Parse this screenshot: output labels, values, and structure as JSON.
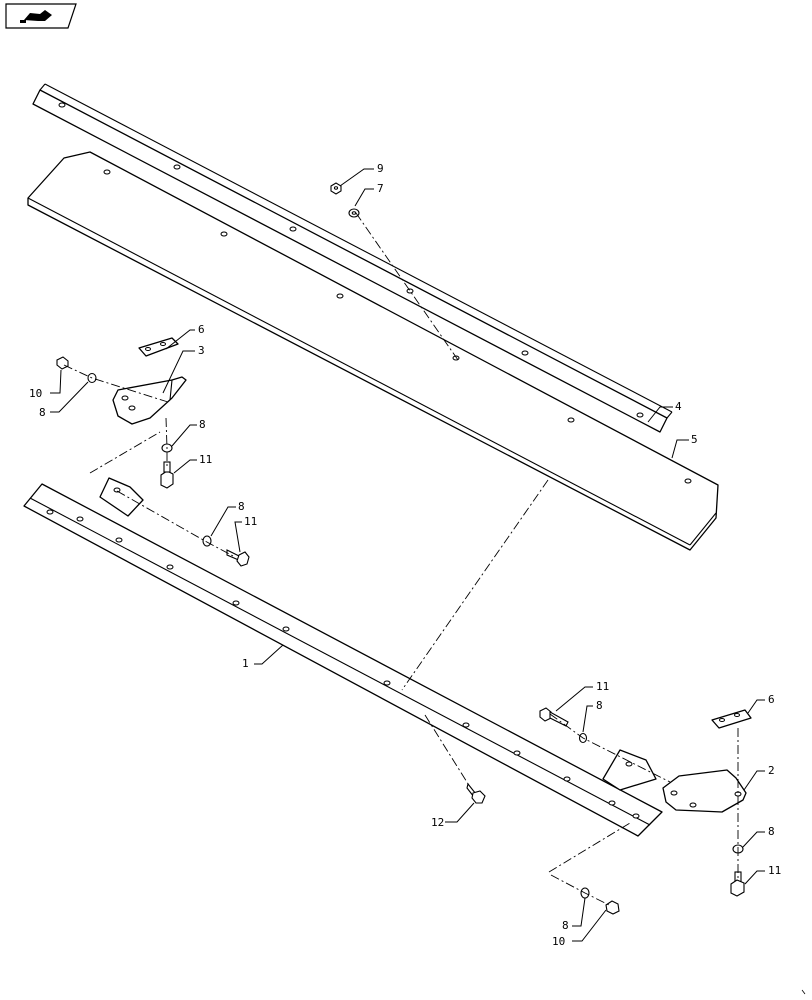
{
  "nav": {
    "icon": "arrow-hand-icon"
  },
  "callouts": {
    "c1": "1",
    "c2": "2",
    "c3": "3",
    "c4": "4",
    "c5": "5",
    "c6a": "6",
    "c6b": "6",
    "c7": "7",
    "c8a": "8",
    "c8b": "8",
    "c8c": "8",
    "c8d": "8",
    "c8e": "8",
    "c8f": "8",
    "c9": "9",
    "c10a": "10",
    "c10b": "10",
    "c11a": "11",
    "c11b": "11",
    "c11c": "11",
    "c11d": "11",
    "c12": "12"
  }
}
